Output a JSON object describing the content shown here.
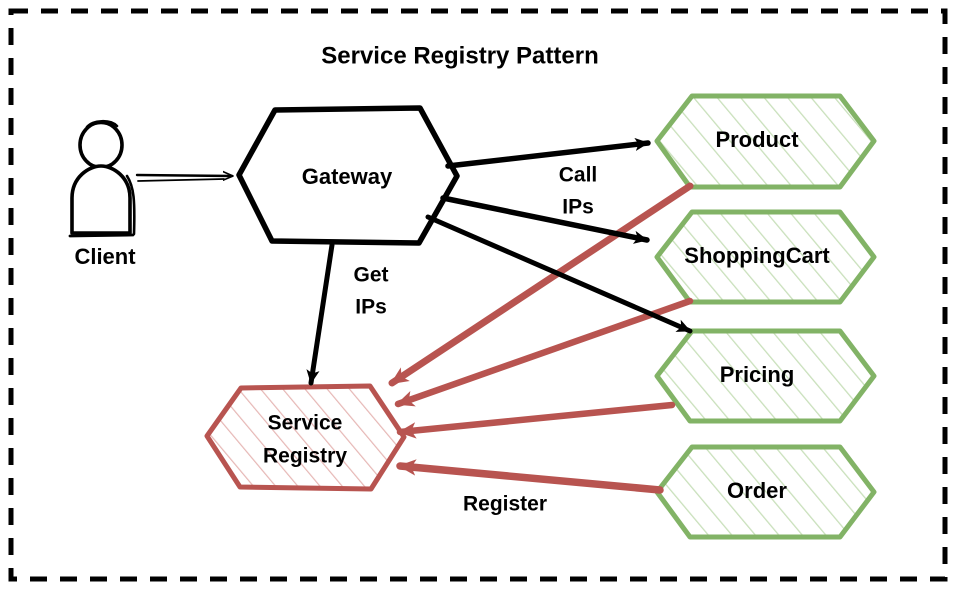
{
  "diagram": {
    "title": "Service Registry Pattern",
    "border": {
      "style": "dashed",
      "color": "#000000"
    },
    "colors": {
      "black": "#000000",
      "green_stroke": "#82b366",
      "green_hatch": "#c9e0bb",
      "red_stroke": "#b85450",
      "red_hatch": "#e6b7b5",
      "background": "#ffffff"
    },
    "actors": [
      {
        "id": "client",
        "label": "Client",
        "shape": "stick-figure"
      }
    ],
    "nodes": [
      {
        "id": "gateway",
        "label": "Gateway",
        "shape": "hexagon",
        "stroke": "#000000",
        "fill": "#ffffff"
      },
      {
        "id": "service-registry",
        "label_line1": "Service",
        "label_line2": "Registry",
        "shape": "hexagon",
        "stroke": "#b85450",
        "fill": "hatched"
      },
      {
        "id": "product",
        "label": "Product",
        "shape": "hexagon",
        "stroke": "#82b366",
        "fill": "hatched"
      },
      {
        "id": "shoppingcart",
        "label": "ShoppingCart",
        "shape": "hexagon",
        "stroke": "#82b366",
        "fill": "hatched"
      },
      {
        "id": "pricing",
        "label": "Pricing",
        "shape": "hexagon",
        "stroke": "#82b366",
        "fill": "hatched"
      },
      {
        "id": "order",
        "label": "Order",
        "shape": "hexagon",
        "stroke": "#82b366",
        "fill": "hatched"
      }
    ],
    "edges": [
      {
        "id": "client-to-gateway",
        "from": "client",
        "to": "gateway",
        "label": "",
        "color": "#000000"
      },
      {
        "id": "gateway-to-product",
        "from": "gateway",
        "to": "product",
        "label": "",
        "color": "#000000"
      },
      {
        "id": "gateway-to-shoppingcart",
        "from": "gateway",
        "to": "shoppingcart",
        "label": "",
        "color": "#000000"
      },
      {
        "id": "gateway-to-pricing",
        "from": "gateway",
        "to": "pricing",
        "label": "",
        "color": "#000000"
      },
      {
        "id": "gateway-to-registry",
        "from": "gateway",
        "to": "service-registry",
        "label": "",
        "color": "#000000"
      },
      {
        "id": "product-to-registry",
        "from": "product",
        "to": "service-registry",
        "label": "",
        "color": "#b85450"
      },
      {
        "id": "shoppingcart-to-registry",
        "from": "shoppingcart",
        "to": "service-registry",
        "label": "",
        "color": "#b85450"
      },
      {
        "id": "pricing-to-registry",
        "from": "pricing",
        "to": "service-registry",
        "label": "",
        "color": "#b85450"
      },
      {
        "id": "order-to-registry",
        "from": "order",
        "to": "service-registry",
        "label": "Register",
        "color": "#b85450"
      }
    ],
    "edge_labels": {
      "call_ips_line1": "Call",
      "call_ips_line2": "IPs",
      "get_ips_line1": "Get",
      "get_ips_line2": "IPs",
      "register": "Register"
    }
  }
}
